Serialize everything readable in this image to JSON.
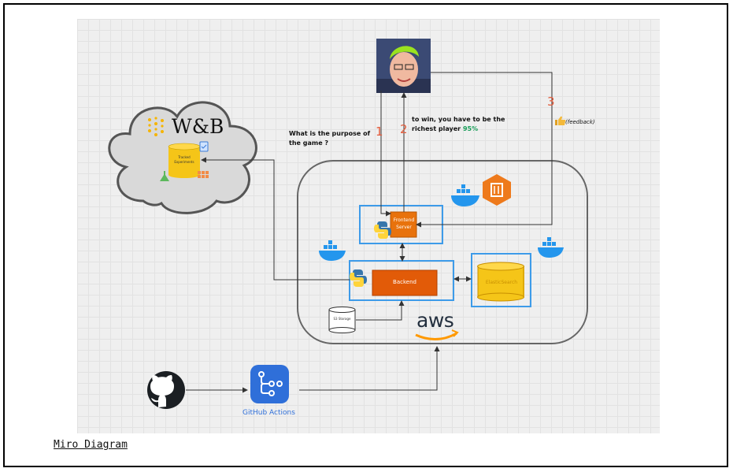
{
  "diagram": {
    "question_text": "What is the purpose of the game ?",
    "answer_text": "to win, you have to be the richest player",
    "answer_confidence": "95%",
    "feedback_text": "(feedback)",
    "step_labels": [
      "1",
      "2",
      "3"
    ],
    "wandb_logo": "W&B",
    "tracked_label": "Tracked Experiments",
    "frontend_label": "Frontend Server",
    "backend_label": "Backend",
    "elastic_label": "ElasticSearch",
    "storage_label": "S3 Storage",
    "aws_logo": "aws",
    "github_actions_label": "GitHub Actions",
    "icons": [
      "user-photo",
      "wandb-cloud",
      "docker-whale",
      "python-logo",
      "aws-cube-icon",
      "github-octocat",
      "github-actions-icon",
      "thumbs-up-icon"
    ]
  },
  "link": {
    "label": "Miro Diagram"
  },
  "colors": {
    "orange": "#e8720c",
    "blue_border": "#3d9be9",
    "elastic_yellow": "#f5c518",
    "step_red": "#e25c3c",
    "docker_blue": "#2496ed"
  }
}
